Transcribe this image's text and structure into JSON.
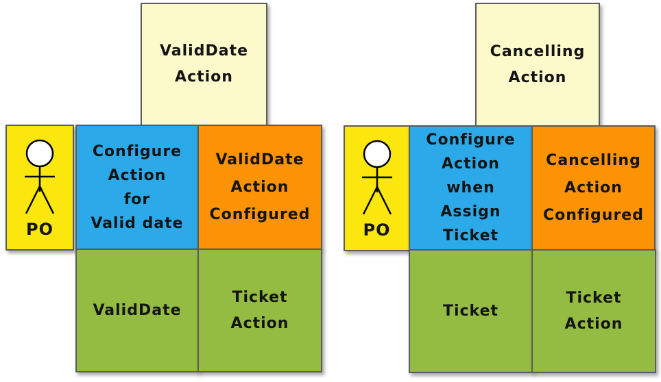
{
  "colors": {
    "cream": "#FCFACB",
    "yellow": "#FBE70E",
    "blue": "#2BA9E8",
    "orange": "#FB9304",
    "green": "#94BC43",
    "border": "#5B5B5B",
    "text": "#141414"
  },
  "diagrams": [
    {
      "name": "validdate-action-story-map",
      "goal_card": {
        "line1": "ValidDate",
        "line2": "Action"
      },
      "actor_card": {
        "icon": "person-stick-figure",
        "label": "PO"
      },
      "task_card": {
        "line1": "Configure",
        "line2": "Action",
        "line3": "for",
        "line4": "Valid date"
      },
      "result_card": {
        "line1": "ValidDate",
        "line2": "Action",
        "line3": "Configured"
      },
      "entity_card1": {
        "line1": "ValidDate"
      },
      "entity_card2": {
        "line1": "Ticket",
        "line2": "Action"
      }
    },
    {
      "name": "cancelling-action-story-map",
      "goal_card": {
        "line1": "Cancelling",
        "line2": "Action"
      },
      "actor_card": {
        "icon": "person-stick-figure",
        "label": "PO"
      },
      "task_card": {
        "line1": "Configure",
        "line2": "Action",
        "line3": "when",
        "line4": "Assign",
        "line5": "Ticket"
      },
      "result_card": {
        "line1": "Cancelling",
        "line2": "Action",
        "line3": "Configured"
      },
      "entity_card1": {
        "line1": "Ticket"
      },
      "entity_card2": {
        "line1": "Ticket",
        "line2": "Action"
      }
    }
  ]
}
